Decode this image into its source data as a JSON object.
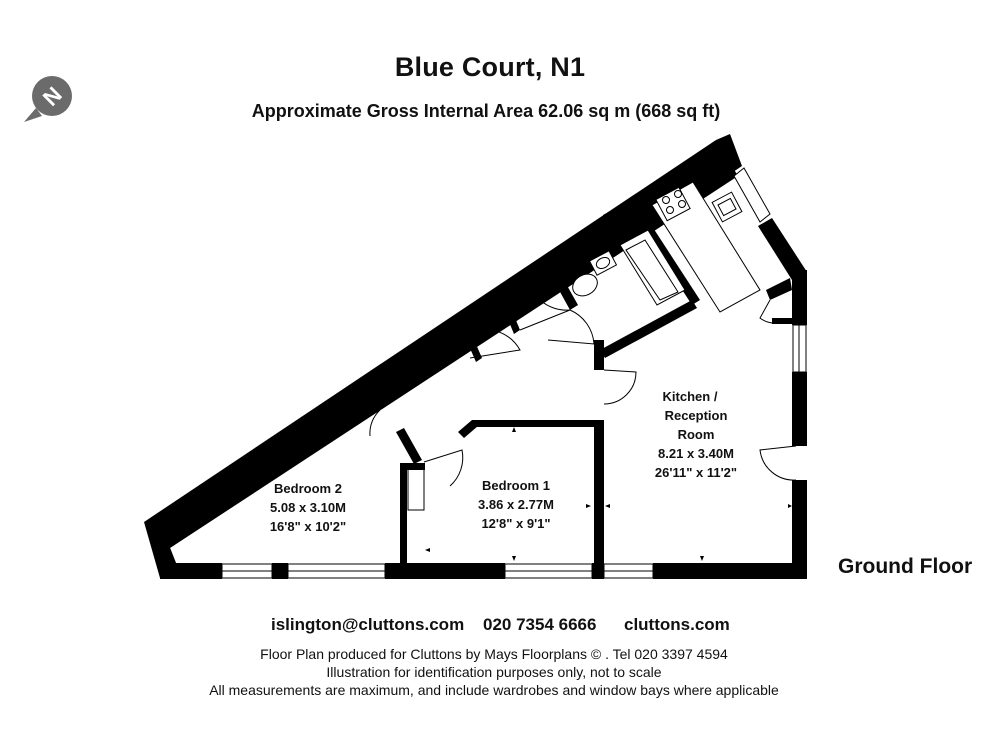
{
  "header": {
    "title": "Blue Court, N1",
    "subtitle": "Approximate Gross Internal Area  62.06 sq m  (668 sq ft)"
  },
  "compass": {
    "icon": "north-compass-icon",
    "letter": "N"
  },
  "rooms": {
    "kitchen": {
      "name_line1": "Kitchen /",
      "name_line2": "Reception",
      "name_line3": "Room",
      "metric": "8.21 x 3.40M",
      "imperial": "26'11\" x 11'2\""
    },
    "bedroom1": {
      "name": "Bedroom 1",
      "metric": "3.86 x 2.77M",
      "imperial": "12'8\" x 9'1\""
    },
    "bedroom2": {
      "name": "Bedroom 2",
      "metric": "5.08 x 3.10M",
      "imperial": "16'8\" x 10'2\""
    }
  },
  "floor_label": "Ground Floor",
  "contacts": {
    "email": "islington@cluttons.com",
    "phone": "020 7354 6666",
    "website": "cluttons.com"
  },
  "footer": {
    "line1": "Floor Plan produced for Cluttons by Mays Floorplans  © . Tel 020 3397 4594",
    "line2": "Illustration for identification purposes only, not to scale",
    "line3": "All measurements are maximum, and include wardrobes and window bays where applicable"
  },
  "colors": {
    "wall": "#000000",
    "background": "#ffffff",
    "text": "#111111"
  }
}
